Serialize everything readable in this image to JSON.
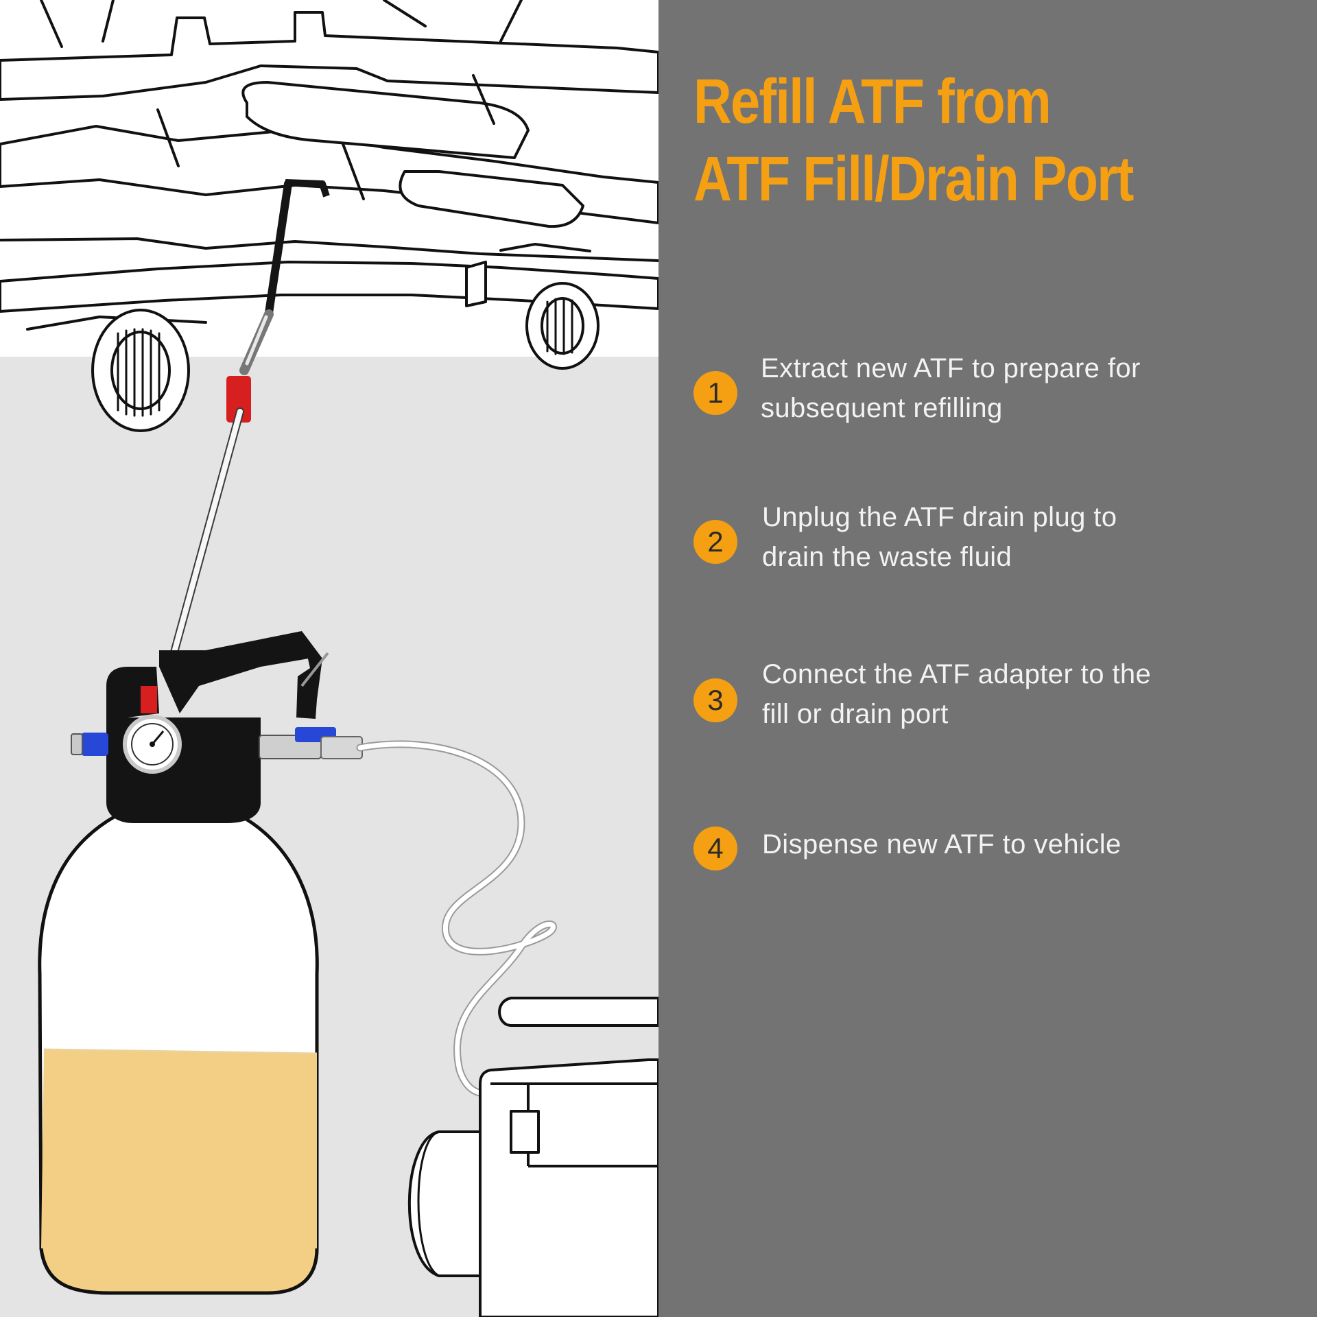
{
  "colors": {
    "panel_background": "#737373",
    "accent": "#f5a012",
    "step_text": "#f3f3f3",
    "illustration_background": "#e4e4e4",
    "fluid": "#f2cf85",
    "valve_red": "#d81f1f",
    "valve_blue": "#2748d6"
  },
  "title": {
    "line_1": "Refill ATF from",
    "line_2": "ATF Fill/Drain Port"
  },
  "steps": [
    {
      "number": "1",
      "text_line_1": "Extract new ATF to prepare for",
      "text_line_2": "subsequent refilling"
    },
    {
      "number": "2",
      "text_line_1": "Unplug the ATF drain plug to",
      "text_line_2": "drain the waste fluid"
    },
    {
      "number": "3",
      "text_line_1": "Connect the ATF adapter to the",
      "text_line_2": "fill or drain port"
    },
    {
      "number": "4",
      "text_line_1": "Dispense new ATF to vehicle",
      "text_line_2": ""
    }
  ],
  "illustration": {
    "vehicle": "vehicle-undercarriage-line-drawing",
    "tank": "fluid-extractor-tank",
    "compressor": "air-compressor-line-drawing",
    "fluid_level_percent": 50
  }
}
